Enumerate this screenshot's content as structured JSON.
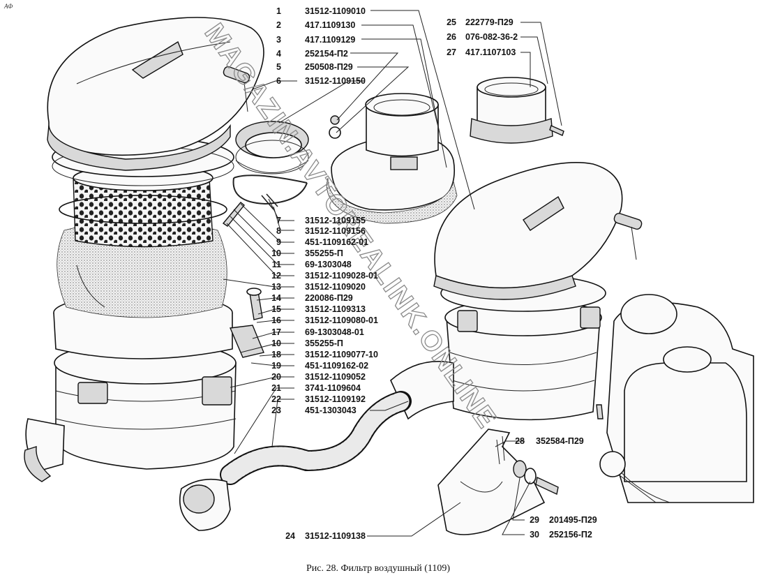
{
  "corner_mark": "АФ",
  "caption": "Рис. 28. Фильтр воздушный (1109)",
  "watermark": "MAGAZIN.AVTOREALINK.ONLINE",
  "callouts_left": [
    {
      "num": "1",
      "code": "31512-1109010"
    },
    {
      "num": "2",
      "code": "417.1109130"
    },
    {
      "num": "3",
      "code": "417.1109129"
    },
    {
      "num": "4",
      "code": "252154-П2"
    },
    {
      "num": "5",
      "code": "250508-П29"
    },
    {
      "num": "6",
      "code": "31512-1109150"
    },
    {
      "num": "7",
      "code": "31512-1109155"
    },
    {
      "num": "8",
      "code": "31512-1109156"
    },
    {
      "num": "9",
      "code": "451-1109162-01"
    },
    {
      "num": "10",
      "code": "355255-П"
    },
    {
      "num": "11",
      "code": "69-1303048"
    },
    {
      "num": "12",
      "code": "31512-1109028-01"
    },
    {
      "num": "13",
      "code": "31512-1109020"
    },
    {
      "num": "14",
      "code": "220086-П29"
    },
    {
      "num": "15",
      "code": "31512-1109313"
    },
    {
      "num": "16",
      "code": "31512-1109080-01"
    },
    {
      "num": "17",
      "code": "69-1303048-01"
    },
    {
      "num": "10",
      "code": "355255-П"
    },
    {
      "num": "18",
      "code": "31512-1109077-10"
    },
    {
      "num": "19",
      "code": "451-1109162-02"
    },
    {
      "num": "20",
      "code": "31512-1109052"
    },
    {
      "num": "21",
      "code": "3741-1109604"
    },
    {
      "num": "22",
      "code": "31512-1109192"
    },
    {
      "num": "23",
      "code": "451-1303043"
    }
  ],
  "callouts_top_right": [
    {
      "num": "25",
      "code": "222779-П29"
    },
    {
      "num": "26",
      "code": "076-082-36-2"
    },
    {
      "num": "27",
      "code": "417.1107103"
    }
  ],
  "callouts_bottom": [
    {
      "num": "24",
      "code": "31512-1109138"
    },
    {
      "num": "28",
      "code": "352584-П29"
    },
    {
      "num": "29",
      "code": "201495-П29"
    },
    {
      "num": "30",
      "code": "252156-П2"
    }
  ]
}
